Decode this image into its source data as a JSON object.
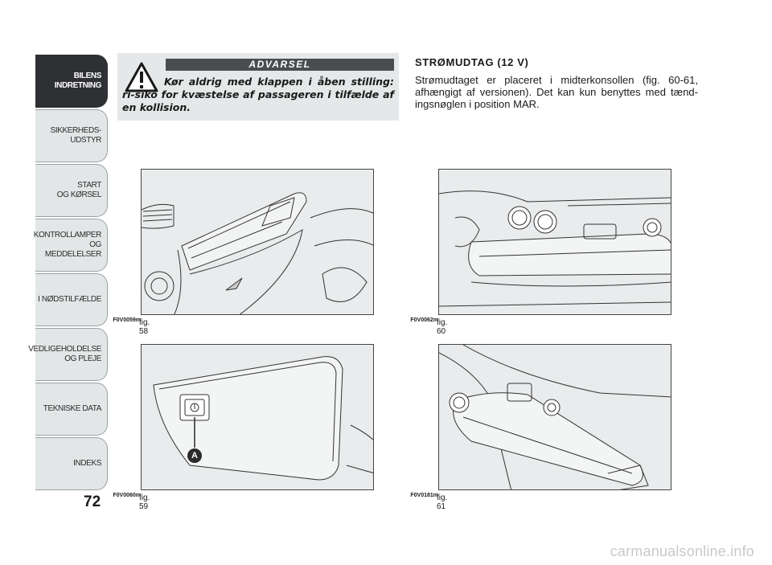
{
  "sidebar": {
    "tabs": [
      {
        "label": "BILENS\nINDRETNING",
        "active": true
      },
      {
        "label": "SIKKERHEDS-\nUDSTYR",
        "active": false
      },
      {
        "label": "START\nOG KØRSEL",
        "active": false
      },
      {
        "label": "KONTROLLAMPER\nOG MEDDELELSER",
        "active": false
      },
      {
        "label": "I NØDSTILFÆLDE",
        "active": false
      },
      {
        "label": "VEDLIGEHOLDELSE\nOG PLEJE",
        "active": false
      },
      {
        "label": "TEKNISKE DATA",
        "active": false
      },
      {
        "label": "INDEKS",
        "active": false
      }
    ],
    "page_number": "72"
  },
  "warning": {
    "title": "ADVARSEL",
    "text": "Kør aldrig med klappen i åben stilling: ri-siko for kvæstelse af passageren i tilfælde af en kollision."
  },
  "section": {
    "heading": "STRØMUDTAG (12 V)",
    "body": "Strømudtaget er placeret i midterkonsollen (fig. 60-61, afhængigt af versionen). Det kan kun benyttes med tænd-ingsnøglen i position MAR."
  },
  "figures": {
    "fig58": {
      "label": "fig. 58",
      "code": "F0V0059m"
    },
    "fig59": {
      "label": "fig. 59",
      "code": "F0V0060m",
      "callout": "A"
    },
    "fig60": {
      "label": "fig. 60",
      "code": "F0V0062m"
    },
    "fig61": {
      "label": "fig. 61",
      "code": "F0V0181m"
    }
  },
  "watermark": "carmanualsonline.info",
  "colors": {
    "active_tab": "#2e3033",
    "tab": "#e3e6e7",
    "warning_bg": "#e4e8e9",
    "callout": "#2a2a2a"
  }
}
